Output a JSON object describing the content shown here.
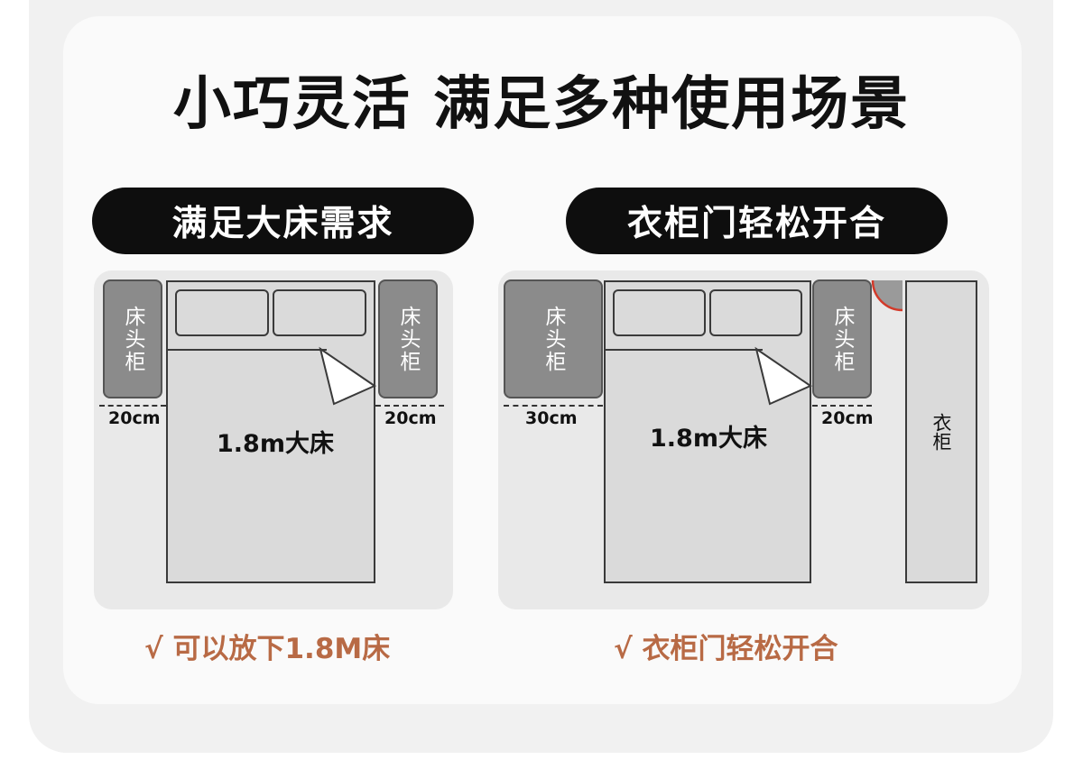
{
  "headline": "小巧灵活 满足多种使用场景",
  "left": {
    "pill": "满足大床需求",
    "nightstand_left": "床头柜",
    "nightstand_right": "床头柜",
    "bed_label": "1.8m大床",
    "gap_left": "20cm",
    "gap_right": "20cm",
    "note": "√ 可以放下1.8M床"
  },
  "right": {
    "pill": "衣柜门轻松开合",
    "nightstand_left": "床头柜",
    "nightstand_right": "床头柜",
    "bed_label": "1.8m大床",
    "gap_left": "30cm",
    "gap_right": "20cm",
    "wardrobe": "衣柜",
    "note": "√ 衣柜门轻松开合"
  },
  "colors": {
    "pill_bg": "#0e0e0e",
    "note": "#b86a45",
    "door_arc": "#d23a2a",
    "nightstand": "#8b8b8b"
  }
}
